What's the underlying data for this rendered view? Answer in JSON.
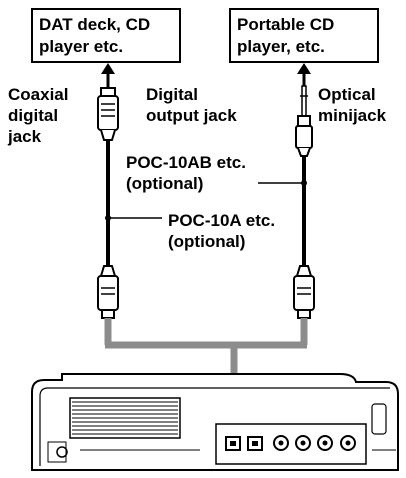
{
  "boxes": {
    "left": "DAT deck, CD\nplayer etc.",
    "right": "Portable CD\nplayer, etc."
  },
  "labels": {
    "coaxial": "Coaxial\ndigital\njack",
    "digital_output": "Digital\noutput jack",
    "optical": "Optical\nminijack",
    "poc10ab": "POC-10AB etc.\n(optional)",
    "poc10a": "POC-10A etc.\n(optional)"
  }
}
